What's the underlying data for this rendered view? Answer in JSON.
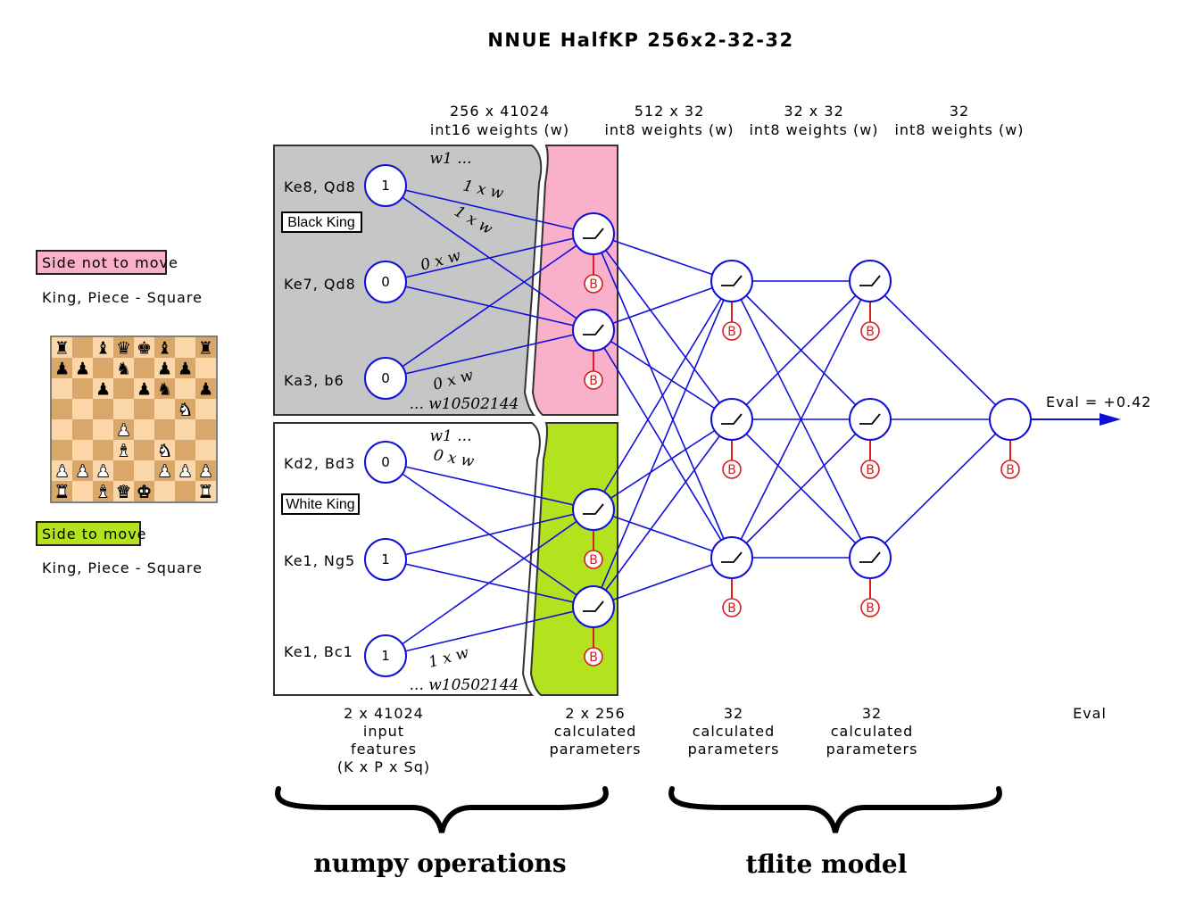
{
  "title": "NNUE HalfKP 256x2-32-32",
  "colors": {
    "link": "#1010d8",
    "bias": "#d71e1e",
    "pink": "#f9b0cb",
    "green": "#b3e21f",
    "gray": "#c6c6c6",
    "board_light": "#fbd6a8",
    "board_dark": "#d9a76a"
  },
  "layers": {
    "input": {
      "dims": "256 x 41024",
      "weights": "int16 weights (w)"
    },
    "l1": {
      "dims": "512 x 32",
      "weights": "int8 weights (w)"
    },
    "l2": {
      "dims": "32 x 32",
      "weights": "int8 weights (w)"
    },
    "l3": {
      "dims": "32",
      "weights": "int8 weights (w)"
    }
  },
  "side_not_to_move": {
    "label": "Side not to move",
    "sub": "King, Piece - Square"
  },
  "side_to_move": {
    "label": "Side to move",
    "sub": "King, Piece - Square"
  },
  "black_panel": {
    "w_first": "w1 ...",
    "w_last": "... w10502144",
    "king_box": "Black King",
    "features": [
      {
        "label": "Ke8, Qd8",
        "value": "1"
      },
      {
        "label": "Ke7, Qd8",
        "value": "0"
      },
      {
        "label": "Ka3, b6",
        "value": "0"
      }
    ],
    "edge_labels": [
      "1 x w",
      "1 x w",
      "0 x w",
      "0 x w"
    ]
  },
  "white_panel": {
    "w_first": "w1 ...",
    "w_last": "... w10502144",
    "king_box": "White King",
    "features": [
      {
        "label": "Kd2, Bd3",
        "value": "0"
      },
      {
        "label": "Ke1, Ng5",
        "value": "1"
      },
      {
        "label": "Ke1, Bc1",
        "value": "1"
      }
    ],
    "edge_labels": [
      "0 x w",
      "1 x w"
    ]
  },
  "bias_label": "B",
  "output": {
    "label": "Eval = +0.42"
  },
  "bottom_labels": {
    "input": [
      "2 x 41024",
      "input",
      "features",
      "(K x P x Sq)"
    ],
    "accumulator": [
      "2 x 256",
      "calculated",
      "parameters"
    ],
    "hidden1": [
      "32",
      "calculated",
      "parameters"
    ],
    "hidden2": [
      "32",
      "calculated",
      "parameters"
    ],
    "eval": [
      "Eval"
    ]
  },
  "braces": {
    "left": "numpy operations",
    "right": "tflite model"
  },
  "board": {
    "pieces": [
      "r.bqkb.r",
      "pp.n.pp.",
      "..p.pn.p",
      "......N.",
      "...P....",
      "...B.N..",
      "PPP..PPP",
      "R.BQK..R"
    ]
  }
}
